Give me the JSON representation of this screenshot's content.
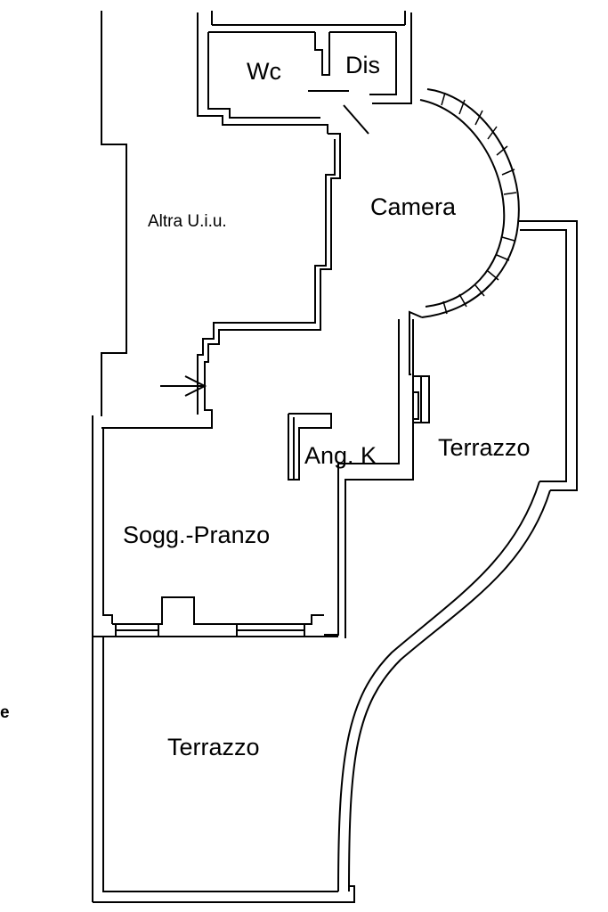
{
  "plan": {
    "rooms": {
      "wc": "Wc",
      "dis": "Dis",
      "camera": "Camera",
      "altra": "Altra U.i.u.",
      "angolo_cottura": "Ang. K",
      "terrazzo_right": "Terrazzo",
      "soggiorno": "Sogg.-Pranzo",
      "terrazzo_bottom": "Terrazzo"
    },
    "edge_fragment": "e"
  },
  "style": {
    "line_color": "#000000",
    "background": "#ffffff"
  }
}
